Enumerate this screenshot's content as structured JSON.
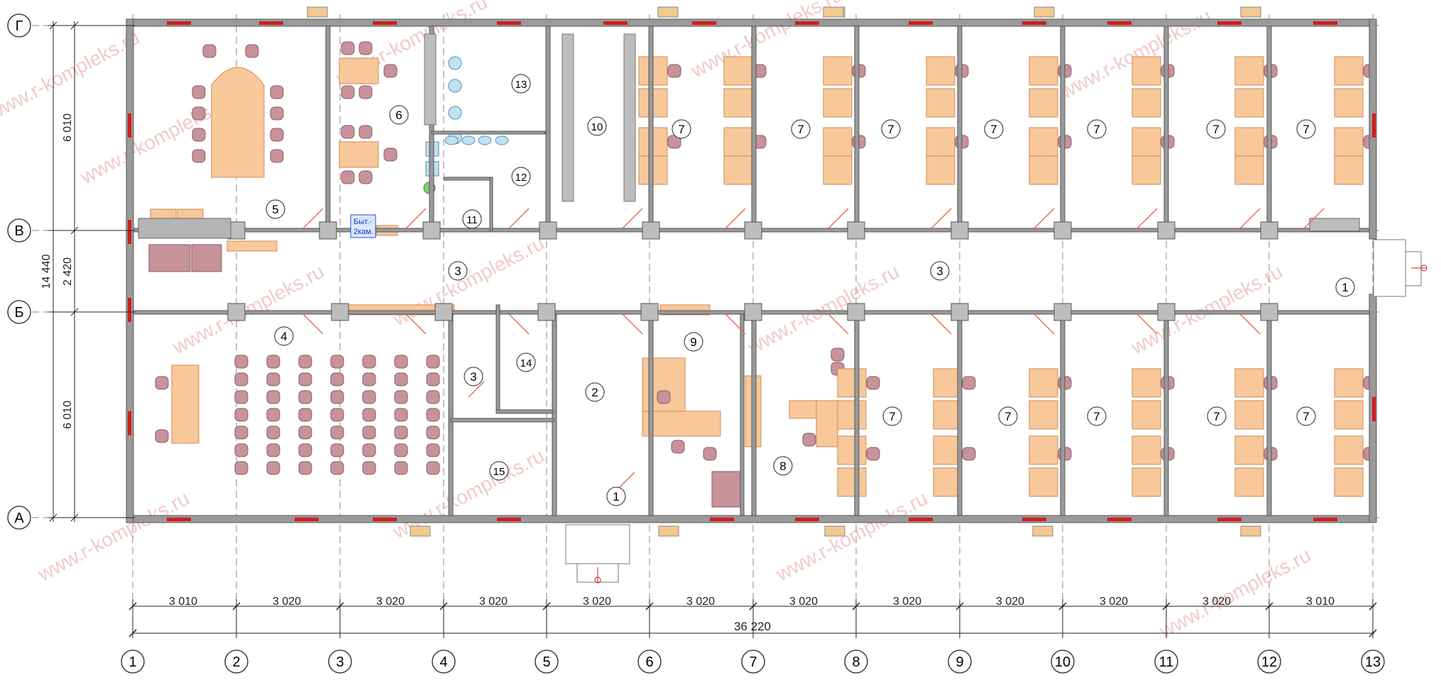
{
  "row_axes": [
    {
      "id": "G",
      "label": "Г"
    },
    {
      "id": "V",
      "label": "В"
    },
    {
      "id": "B",
      "label": "Б"
    },
    {
      "id": "A",
      "label": "А"
    }
  ],
  "column_axes": [
    "1",
    "2",
    "3",
    "4",
    "5",
    "6",
    "7",
    "8",
    "9",
    "10",
    "11",
    "12",
    "13"
  ],
  "vertical_dimensions": {
    "overall": "14 440",
    "bays": [
      "6 010",
      "2 420",
      "6 010"
    ]
  },
  "horizontal_dimensions": {
    "spans": [
      "3 010",
      "3 020",
      "3 020",
      "3 020",
      "3 020",
      "3 020",
      "3 020",
      "3 020",
      "3 020",
      "3 020",
      "3 020",
      "3 010"
    ],
    "overall": "36 220"
  },
  "room_labels": {
    "r1": "1",
    "r2": "2",
    "r3": "3",
    "r4": "4",
    "r5": "5",
    "r6": "6",
    "r7": "7",
    "r8": "8",
    "r9": "9",
    "r10": "10",
    "r11": "11",
    "r12": "12",
    "r13": "13",
    "r14": "14",
    "r15": "15"
  },
  "appliance_label": [
    "Быт.-",
    "2кам."
  ],
  "watermark": "www.r-kompleks.ru",
  "colors": {
    "wall": "#9a9a9a",
    "window": "#d41c1c",
    "furniture": "#f9c89a",
    "furniture_stroke": "#c98a58",
    "chair": "#c8929a",
    "chair_stroke": "#8c5a62",
    "door": "#e0704a",
    "axis": "#888888",
    "dimension": "#222222",
    "watermark": "#f2c9c9"
  }
}
